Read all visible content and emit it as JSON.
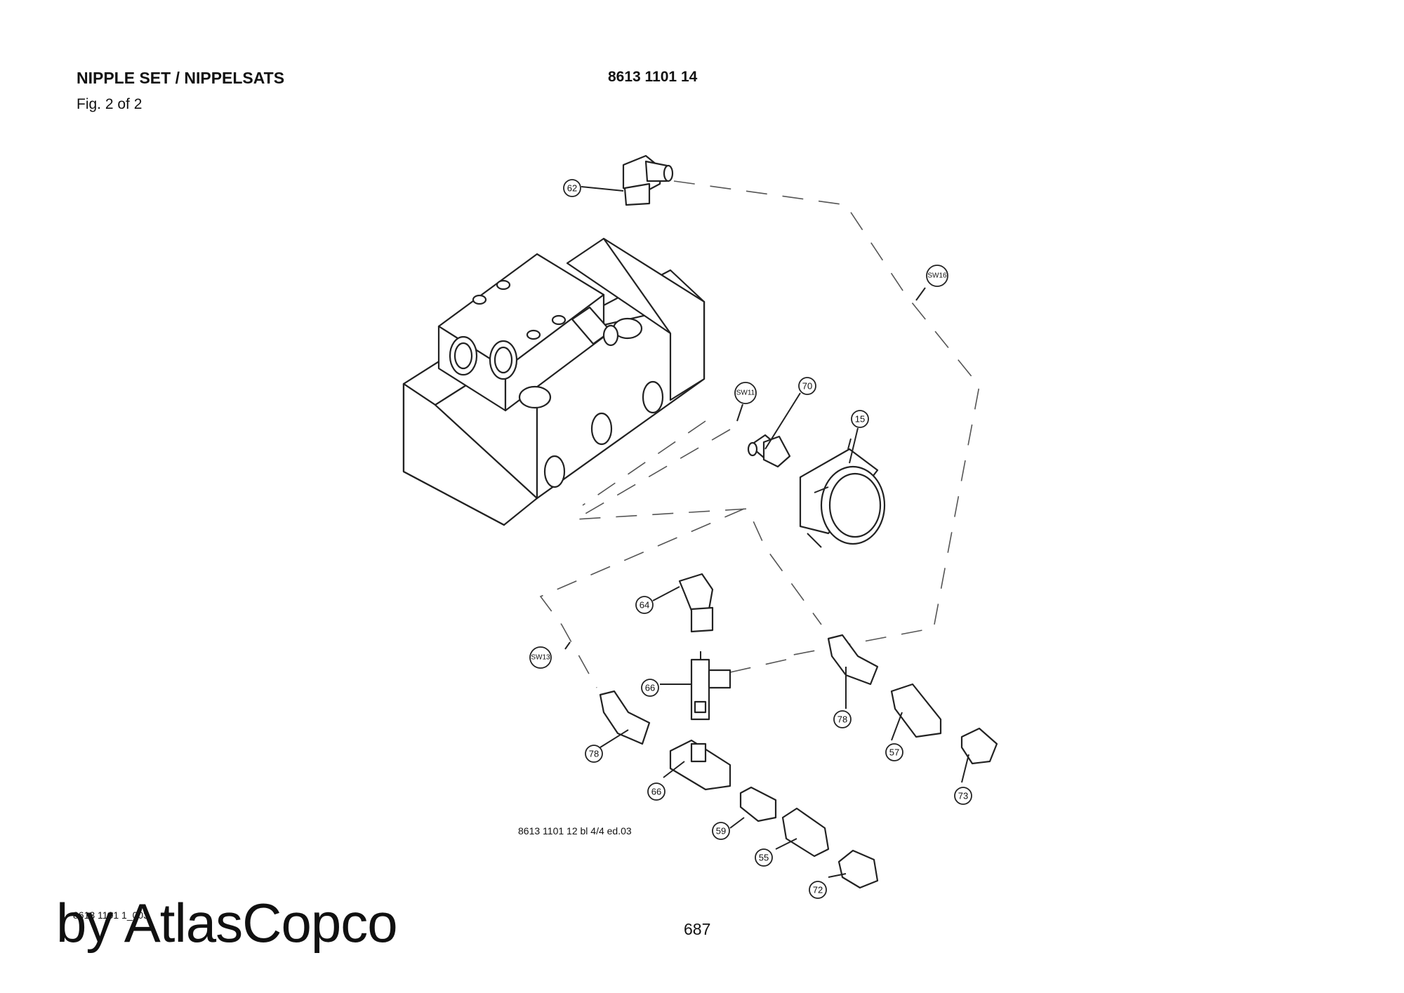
{
  "header": {
    "title": "NIPPLE SET / NIPPELSATS",
    "figure": "Fig. 2 of 2",
    "part_number": "8613 1101 14"
  },
  "drawing_reference": "8613 1101 12 bl 4/4 ed.03",
  "small_reference": "8613 1101 1_003",
  "page_number": "687",
  "watermark": "by AtlasCopco",
  "callouts": [
    {
      "id": "c62",
      "label": "62"
    },
    {
      "id": "csw16",
      "label": "SW16"
    },
    {
      "id": "csw11",
      "label": "SW11"
    },
    {
      "id": "c70",
      "label": "70"
    },
    {
      "id": "c15",
      "label": "15"
    },
    {
      "id": "c64",
      "label": "64"
    },
    {
      "id": "csw13",
      "label": "SW13"
    },
    {
      "id": "c66a",
      "label": "66"
    },
    {
      "id": "c78a",
      "label": "78"
    },
    {
      "id": "c78b",
      "label": "78"
    },
    {
      "id": "c57",
      "label": "57"
    },
    {
      "id": "c73",
      "label": "73"
    },
    {
      "id": "c66b",
      "label": "66"
    },
    {
      "id": "c59",
      "label": "59"
    },
    {
      "id": "c55",
      "label": "55"
    },
    {
      "id": "c72",
      "label": "72"
    }
  ]
}
